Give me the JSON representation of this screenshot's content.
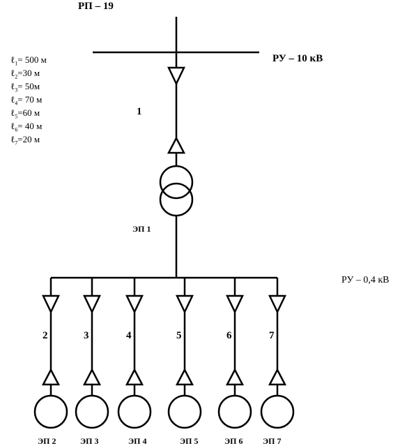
{
  "header": {
    "rp_label": "РП – 19"
  },
  "bus_hv": {
    "label": "РУ – 10 кВ"
  },
  "bus_lv": {
    "label": "РУ – 0,4 кВ"
  },
  "transformer": {
    "label": "ЭП 1"
  },
  "main_line": {
    "number": "1"
  },
  "lengths": [
    {
      "symbol": "ℓ",
      "sub": "1",
      "value": "= 500 м"
    },
    {
      "symbol": "ℓ",
      "sub": "2",
      "value": "=30 м"
    },
    {
      "symbol": "ℓ",
      "sub": "3",
      "value": "= 50м"
    },
    {
      "symbol": "ℓ",
      "sub": "4",
      "value": "= 70 м"
    },
    {
      "symbol": "ℓ",
      "sub": "5",
      "value": "=60 м"
    },
    {
      "symbol": "ℓ",
      "sub": "6",
      "value": "= 40 м"
    },
    {
      "symbol": "ℓ",
      "sub": "7",
      "value": "=20 м"
    }
  ],
  "feeders": [
    {
      "number": "2",
      "load": "ЭП 2"
    },
    {
      "number": "3",
      "load": "ЭП 3"
    },
    {
      "number": "4",
      "load": "ЭП 4"
    },
    {
      "number": "5",
      "load": "ЭП 5"
    },
    {
      "number": "6",
      "load": "ЭП 6"
    },
    {
      "number": "7",
      "load": "ЭП 7"
    }
  ]
}
